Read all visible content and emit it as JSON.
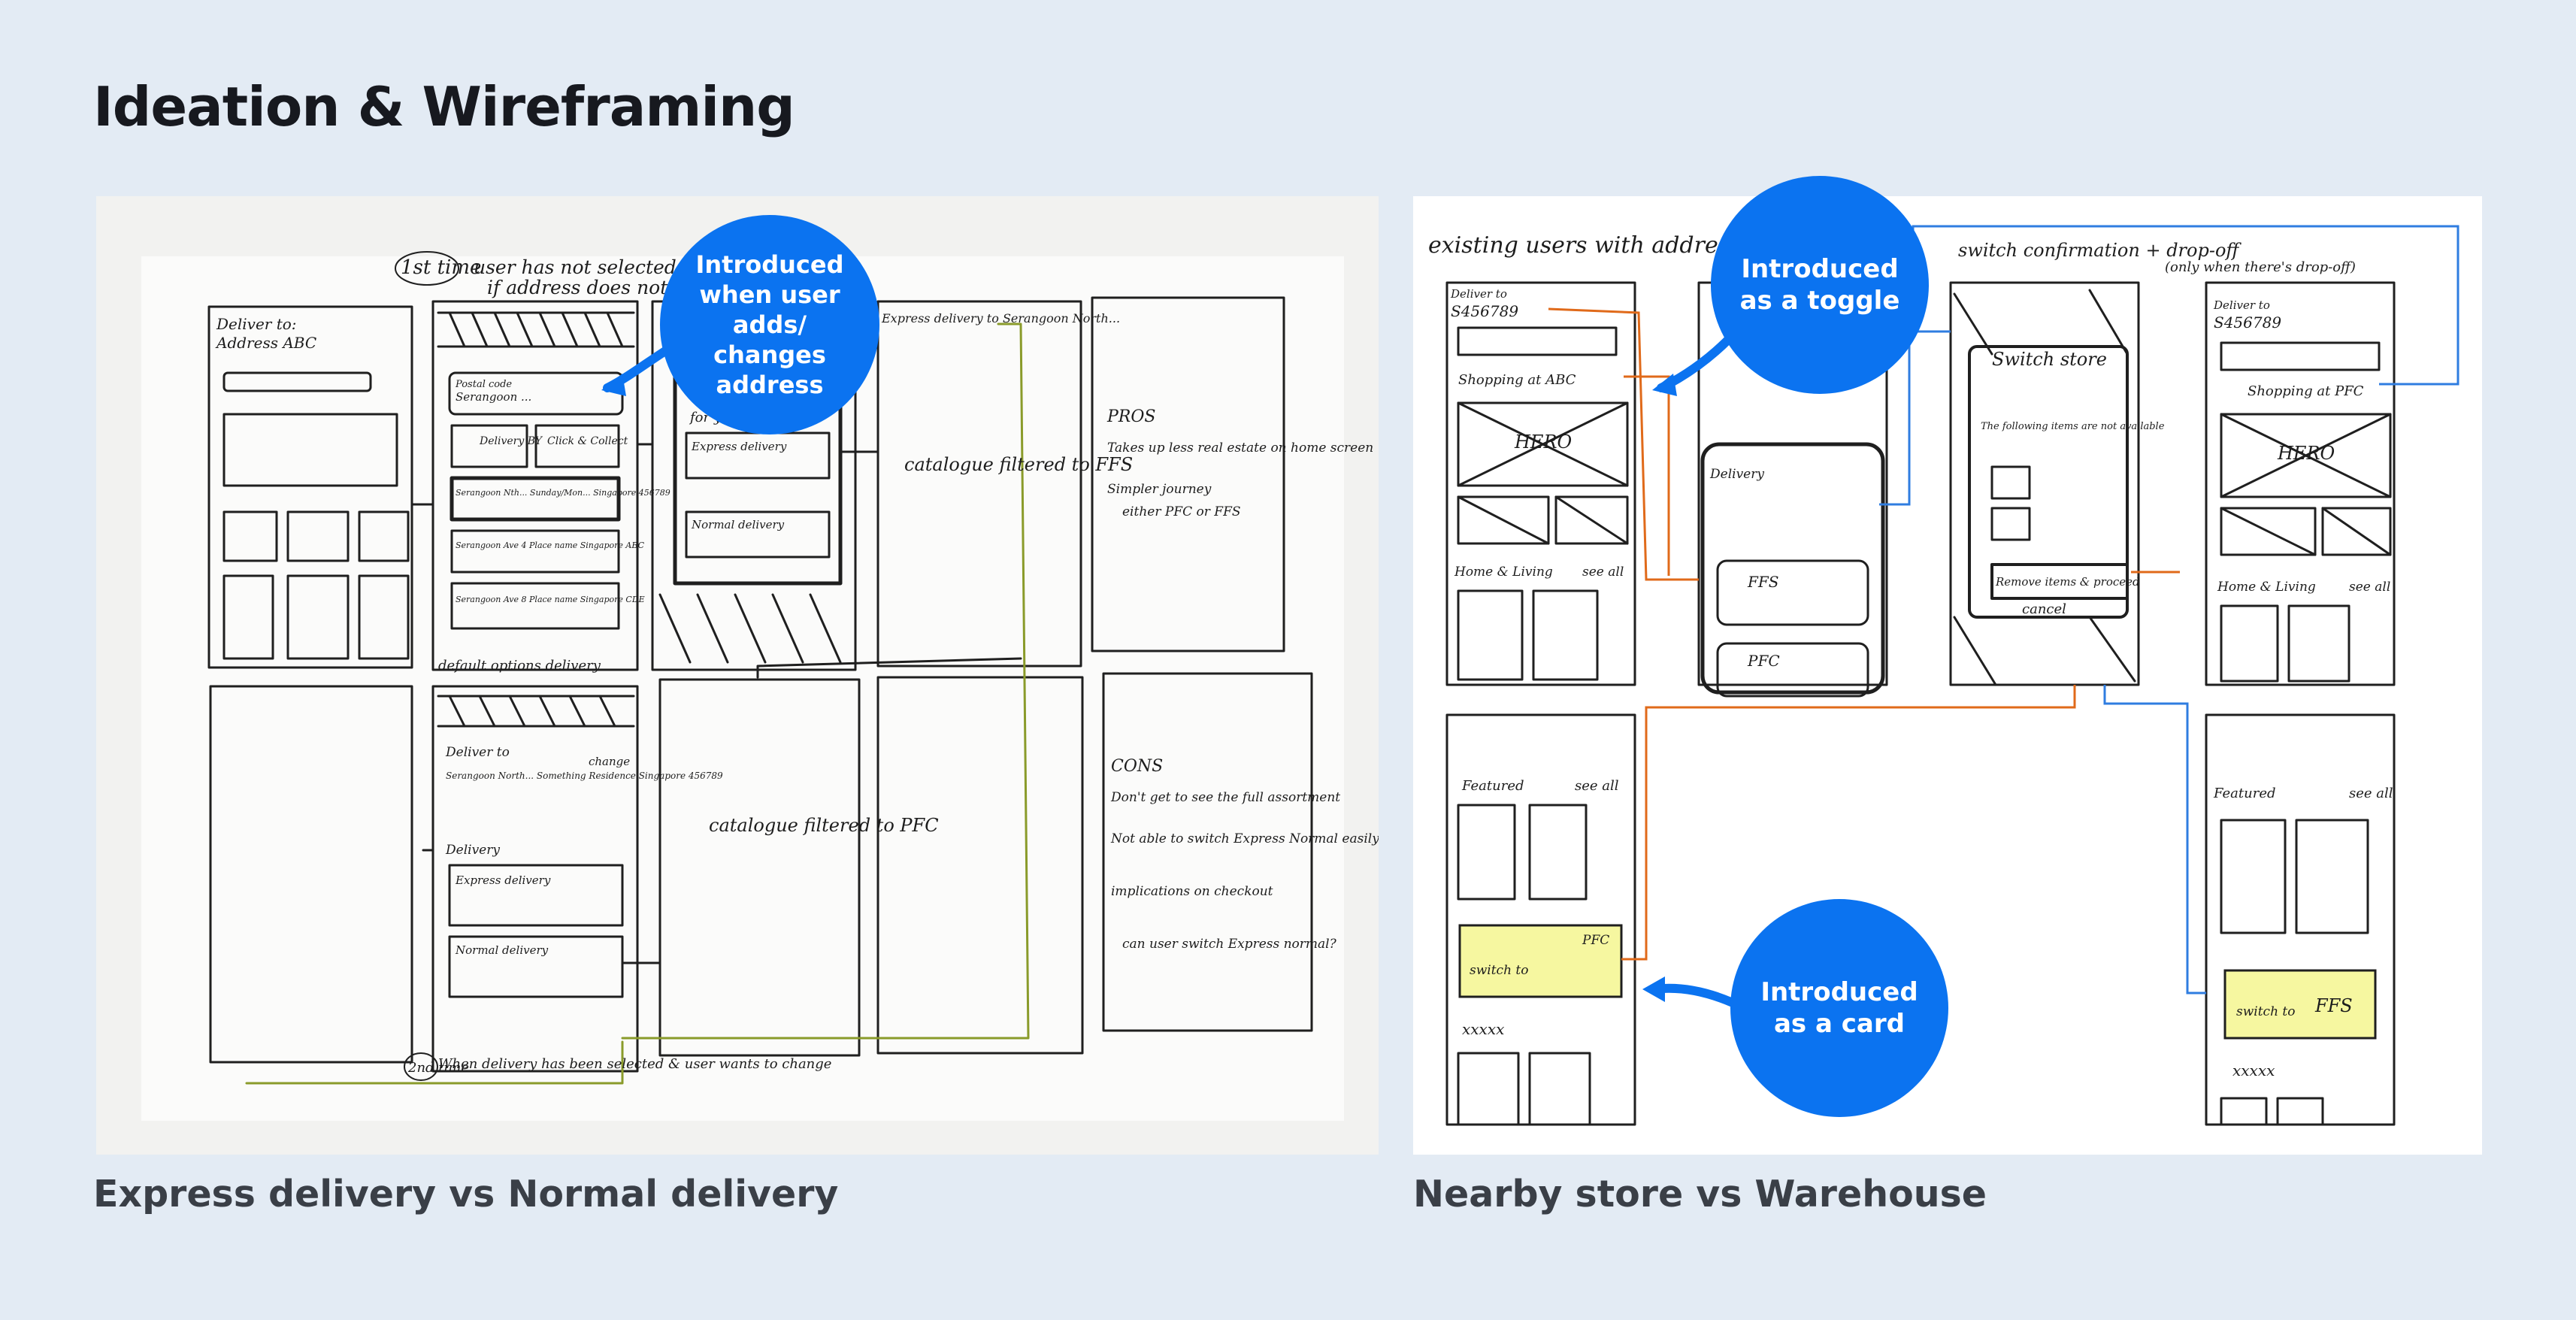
{
  "page": {
    "title": "Ideation & Wireframing",
    "accent_color": "#0b73f0",
    "background_color": "#e3ebf4"
  },
  "left_panel": {
    "caption": "Express delivery vs Normal delivery",
    "callout": "Introduced when user adds/ changes address",
    "notes": {
      "first_time": "1st time",
      "first_time_text_1": "user has not selected delivery",
      "first_time_text_2": "if address does not exist/no alt",
      "deliver_to": "Deliver to:",
      "address": "Address ABC",
      "postal_code": "Postal code",
      "postal_value": "Serangoon ...",
      "delivery_option": "Delivery BY",
      "click_collect": "Click & Collect",
      "option_1": "Serangoon Nth... Sunday/Mon... Singapore 456789",
      "option_2": "Serangoon Ave 4 Place name Singapore ABC",
      "option_3": "Serangoon Ave 8 Place name Singapore CDE",
      "default_options": "default options delivery",
      "express_banner": "Express delivery to Serangoon North...",
      "for_you": "for you",
      "express_delivery": "Express delivery",
      "normal_delivery": "Normal delivery",
      "catalogue_ffs": "catalogue filtered to FFS",
      "pros_title": "PROS",
      "pros_1": "Takes up less real estate on home screen",
      "pros_2": "Simpler journey",
      "pros_3": "either PFC or FFS",
      "cons_title": "CONS",
      "cons_1": "Don't get to see the full assortment",
      "cons_2": "Not able to switch Express Normal easily",
      "cons_3": "implications on checkout",
      "cons_4": "can user switch Express normal?",
      "deliver_to_2": "Deliver to",
      "address_2": "Serangoon North... Something Residence Singapore 456789",
      "change": "change",
      "delivery_label": "Delivery",
      "catalogue_pfc": "catalogue filtered to PFC",
      "second_time": "2nd time",
      "second_time_text": "When delivery has been selected & user wants to change"
    }
  },
  "right_panel": {
    "caption": "Nearby store vs Warehouse",
    "callout_toggle": "Introduced as a toggle",
    "callout_card": "Introduced as a card",
    "notes": {
      "existing_users": "existing users with address",
      "deliver_to": "Deliver to",
      "postal": "S456789",
      "shopping_at": "Shopping at ABC",
      "hero": "HERO",
      "home_living": "Home & Living",
      "see_all": "see all",
      "featured": "Featured",
      "switch_to": "switch to",
      "pfc": "PFC",
      "ffs": "FFS",
      "xxxx": "xxxxx",
      "delivery": "Delivery",
      "switch_confirmation": "switch confirmation + drop-off",
      "only_when": "(only when there's drop-off)",
      "switch_store": "Switch store",
      "following_items": "The following items are not available",
      "remove_items": "Remove items & proceed",
      "cancel": "cancel",
      "shopping_at_pfc": "Shopping at PFC"
    }
  }
}
